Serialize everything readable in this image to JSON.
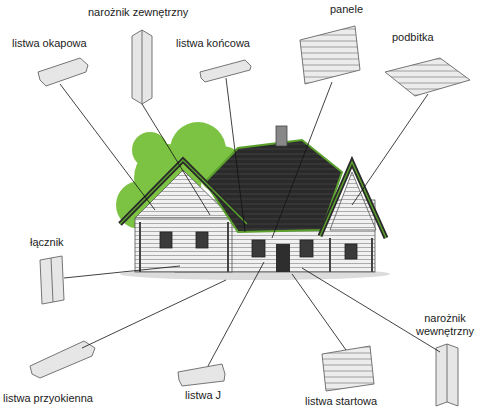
{
  "diagram": {
    "labels": [
      "listwa okapowa",
      "narożnik zewnętrzny",
      "listwa końcowa",
      "panele",
      "podbitka",
      "łącznik",
      "narożnik wewnętrzny",
      "listwa przyokienna",
      "listwa J",
      "listwa startowa"
    ]
  }
}
